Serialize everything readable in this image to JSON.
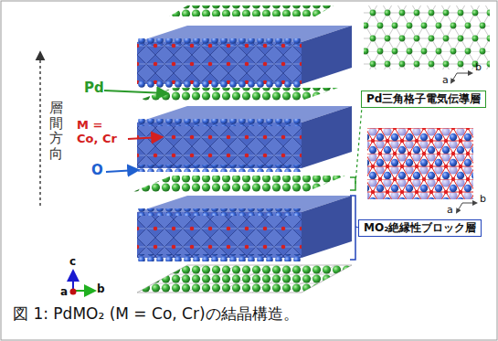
{
  "diagram": {
    "caption": "図 1: PdMO₂ (M = Co, Cr)の結晶構造。",
    "nodes": [
      {
        "text": [
          "Pd三角格子電気伝導層"
        ]
      },
      {
        "text": [
          "MO₂絶縁性ブロック層"
        ]
      }
    ],
    "labels": [
      "Pd",
      "M = Co, Cr",
      "O",
      "層間方向",
      "c",
      "a",
      "b",
      "a",
      "b",
      "a",
      "b"
    ]
  }
}
